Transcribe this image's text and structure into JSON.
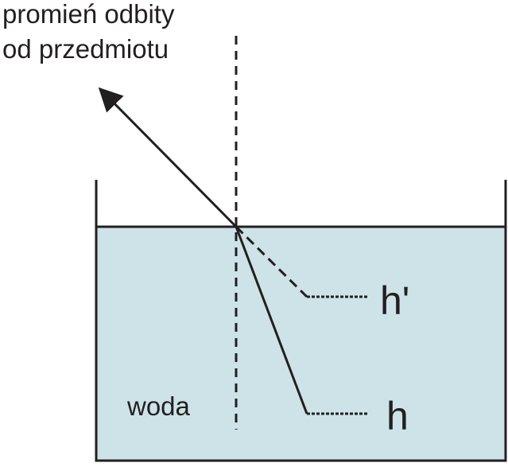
{
  "labels": {
    "caption_line_1": "promień odbity",
    "caption_line_2": "od przedmiotu",
    "medium": "woda",
    "apparent_depth": "h'",
    "real_depth": "h"
  },
  "colors": {
    "water": "#cde3e8",
    "ink": "#231f20",
    "background": "#ffffff"
  }
}
